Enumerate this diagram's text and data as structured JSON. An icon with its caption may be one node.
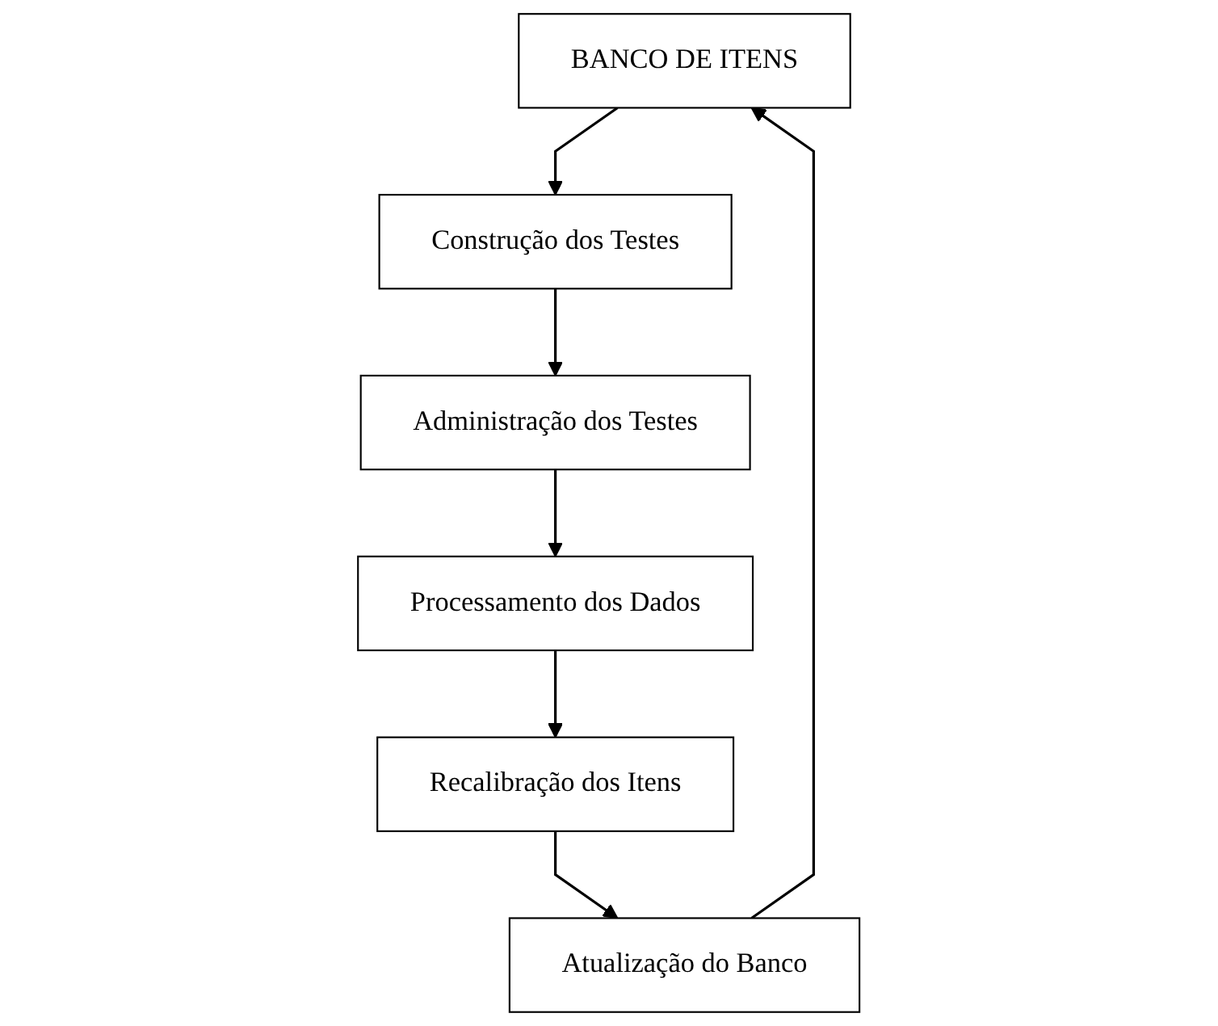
{
  "diagram": {
    "nodes": [
      {
        "text": [
          "BANCO DE ITENS"
        ]
      },
      {
        "text": [
          "Construção dos Testes"
        ]
      },
      {
        "text": [
          "Administração dos Testes"
        ]
      },
      {
        "text": [
          "Processamento dos Dados"
        ]
      },
      {
        "text": [
          "Recalibração dos Itens"
        ]
      },
      {
        "text": [
          "Atualização do Banco"
        ]
      }
    ],
    "edges": [
      {
        "from": 0,
        "to": 1,
        "arrow": "to"
      },
      {
        "from": 1,
        "to": 2,
        "arrow": "to"
      },
      {
        "from": 2,
        "to": 3,
        "arrow": "to"
      },
      {
        "from": 3,
        "to": 4,
        "arrow": "to"
      },
      {
        "from": 4,
        "to": 5,
        "arrow": "to"
      },
      {
        "from": 5,
        "to": 0,
        "arrow": "to"
      }
    ]
  }
}
